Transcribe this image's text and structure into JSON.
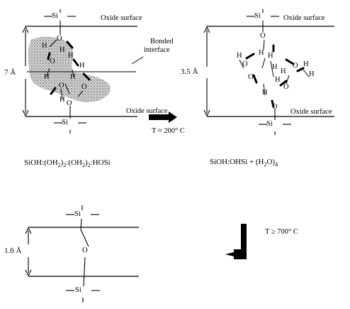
{
  "panel_1": {
    "top_surface_label": "Oxide surface",
    "bottom_surface_label": "Oxide surface",
    "interface_label_line1": "Bonded",
    "interface_label_line2": "interface",
    "separation_label": "7 Å",
    "formula": "SiOH:(OH2)2:(OH2)2:HOSi"
  },
  "panel_2": {
    "top_surface_label": "Oxide surface",
    "bottom_surface_label": "Oxide surface",
    "separation_label": "3.5 Å",
    "formula": "SiOH:OHSi + (H2O)4"
  },
  "panel_3": {
    "separation_label": "1.6 Å"
  },
  "transition_1": {
    "condition": "T ≈ 200° C"
  },
  "transition_2": {
    "condition": "T ≥ 700° C"
  },
  "atoms": {
    "silicon": "Si",
    "oxygen": "O",
    "hydrogen": "H"
  },
  "colors": {
    "ink": "#000000",
    "stipple": "#8a8a8a"
  }
}
